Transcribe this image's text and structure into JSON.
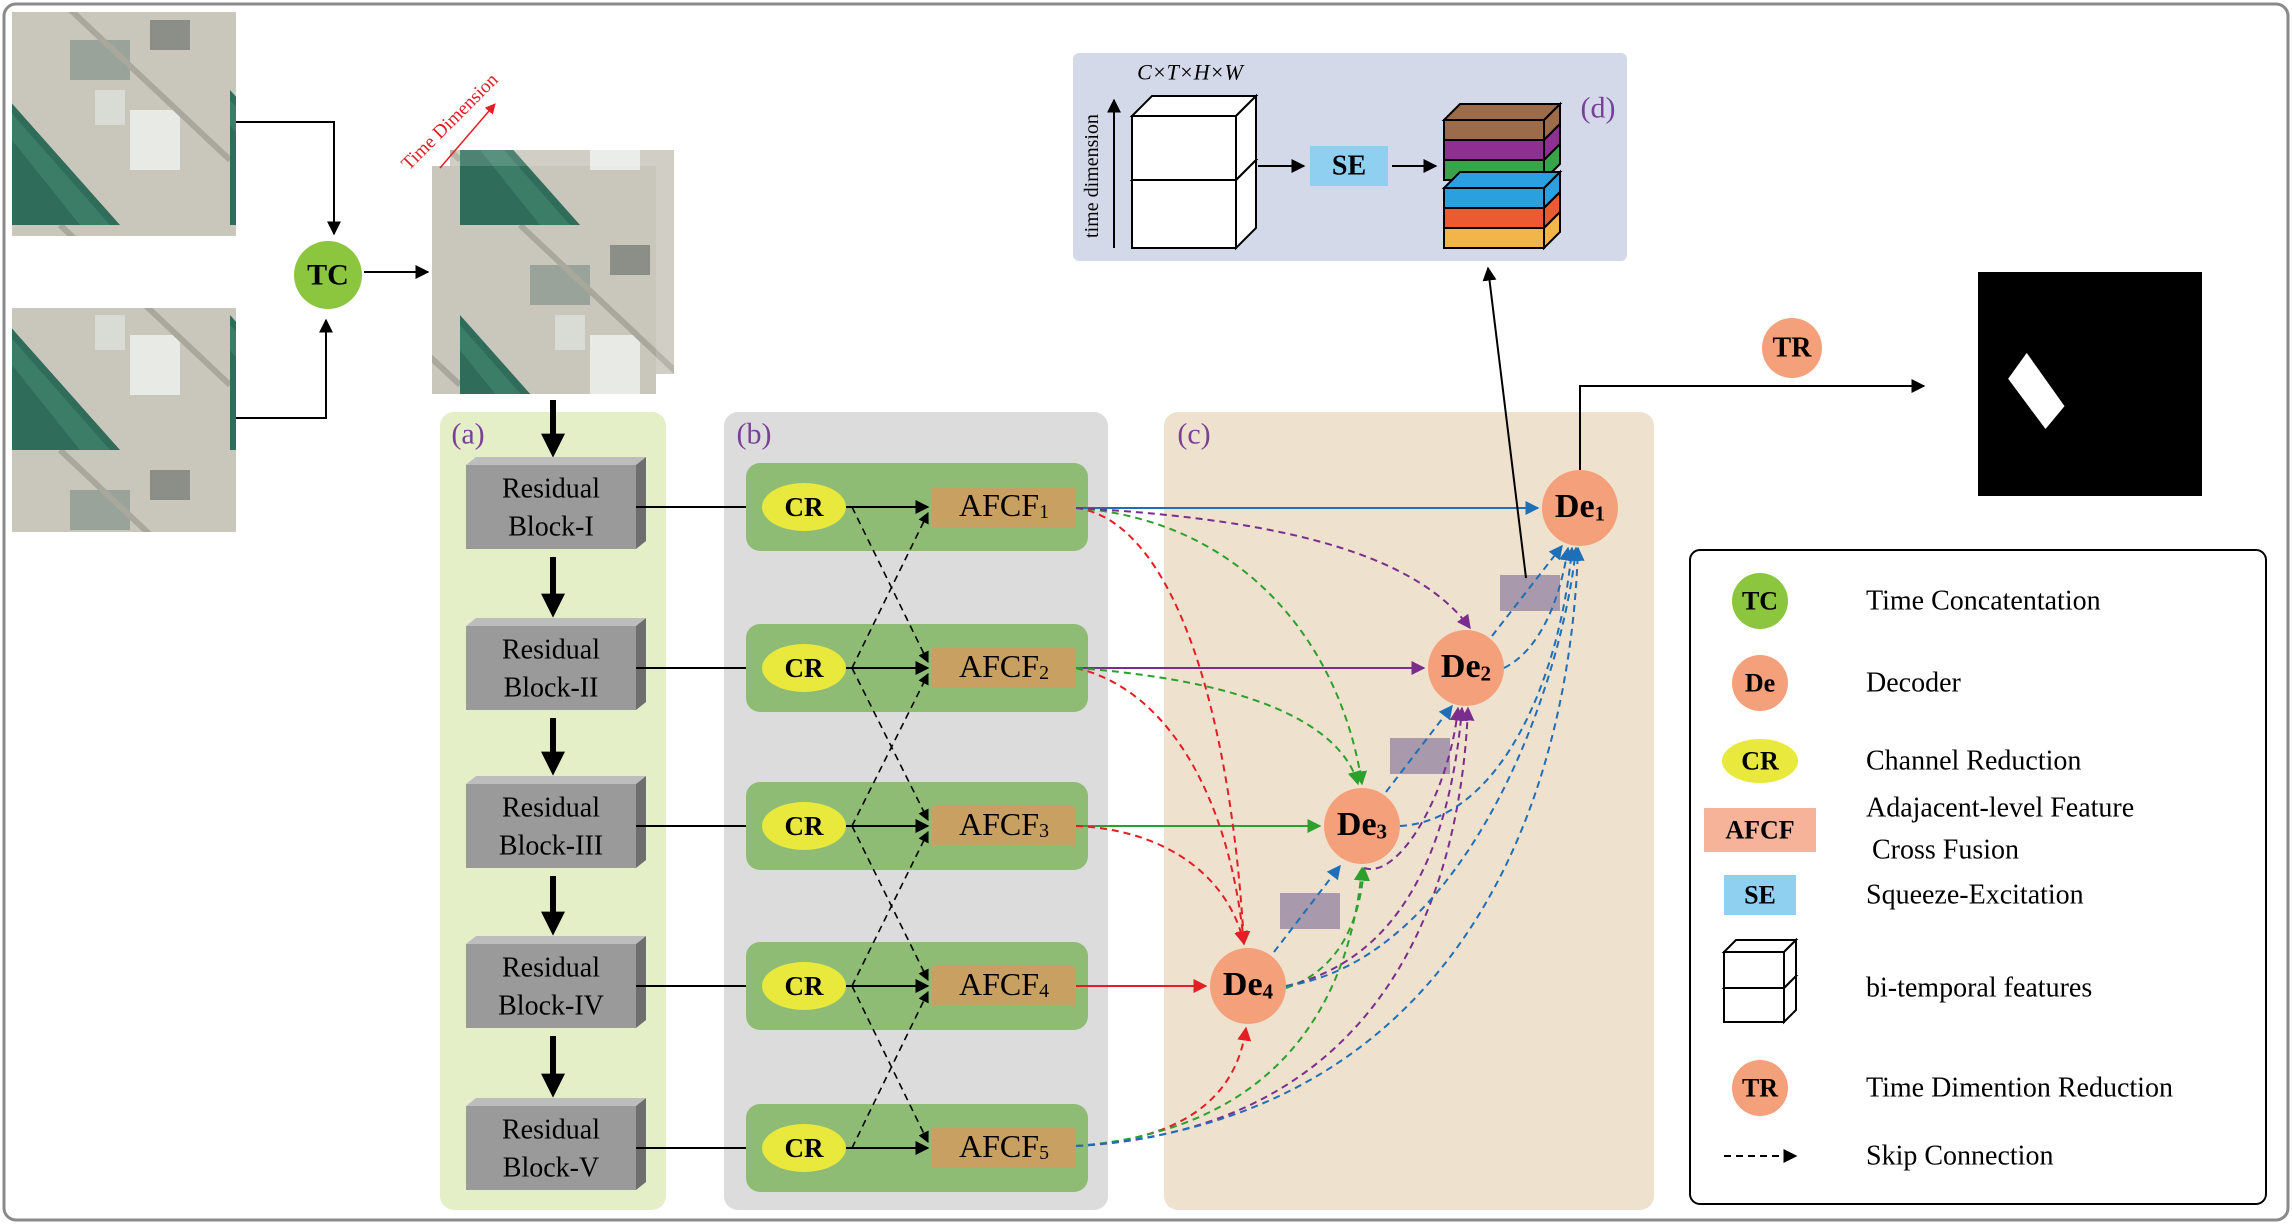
{
  "time_dimension_label": "Time Dimension",
  "tc_label": "TC",
  "panels": {
    "a": "(a)",
    "b": "(b)",
    "c": "(c)",
    "d": "(d)"
  },
  "residual_blocks": [
    {
      "line1": "Residual",
      "line2": "Block-I"
    },
    {
      "line1": "Residual",
      "line2": "Block-II"
    },
    {
      "line1": "Residual",
      "line2": "Block-III"
    },
    {
      "line1": "Residual",
      "line2": "Block-IV"
    },
    {
      "line1": "Residual",
      "line2": "Block-V"
    }
  ],
  "cr_label": "CR",
  "afcf_labels": [
    {
      "base": "AFCF",
      "sub": "1"
    },
    {
      "base": "AFCF",
      "sub": "2"
    },
    {
      "base": "AFCF",
      "sub": "3"
    },
    {
      "base": "AFCF",
      "sub": "4"
    },
    {
      "base": "AFCF",
      "sub": "5"
    }
  ],
  "decoders": [
    {
      "base": "De",
      "sub": "1"
    },
    {
      "base": "De",
      "sub": "2"
    },
    {
      "base": "De",
      "sub": "3"
    },
    {
      "base": "De",
      "sub": "4"
    }
  ],
  "tr_label": "TR",
  "se_panel": {
    "dims": "C×T×H×W",
    "axis_label": "time dimension",
    "se_label": "SE"
  },
  "colors": {
    "green_circle": "#8cc63f",
    "decoder": "#f4a07a",
    "cr": "#e9e83c",
    "afcf": "#c8a062",
    "se": "#8fd0f0",
    "panel_a": "#e4efc8",
    "panel_b": "#dcdcdc",
    "panel_c": "#eee2cf",
    "panel_d": "#d4d9ea",
    "block_gray": "#9a9a9a",
    "row_green": "#8fbc75",
    "purple_text": "#7b3f98",
    "red": "#e31e24",
    "green": "#2ca02c",
    "purple": "#7b2d8e",
    "blue": "#1f6fb8",
    "stack": [
      "#9c6b4a",
      "#8e2f91",
      "#39a349",
      "#2aa0e0",
      "#ec5a32",
      "#f3b54a"
    ]
  },
  "legend": [
    {
      "icon": "TC",
      "text": "Time Concatentation"
    },
    {
      "icon": "De",
      "text": "Decoder"
    },
    {
      "icon": "CR",
      "text": "Channel Reduction"
    },
    {
      "icon": "AFCF",
      "text": "Adajacent-level Feature",
      "text2": "Cross Fusion"
    },
    {
      "icon": "SE",
      "text": "Squeeze-Excitation"
    },
    {
      "icon": "",
      "text": "bi-temporal features"
    },
    {
      "icon": "TR",
      "text": "Time Dimention Reduction"
    },
    {
      "icon": "",
      "text": "Skip Connection"
    }
  ]
}
